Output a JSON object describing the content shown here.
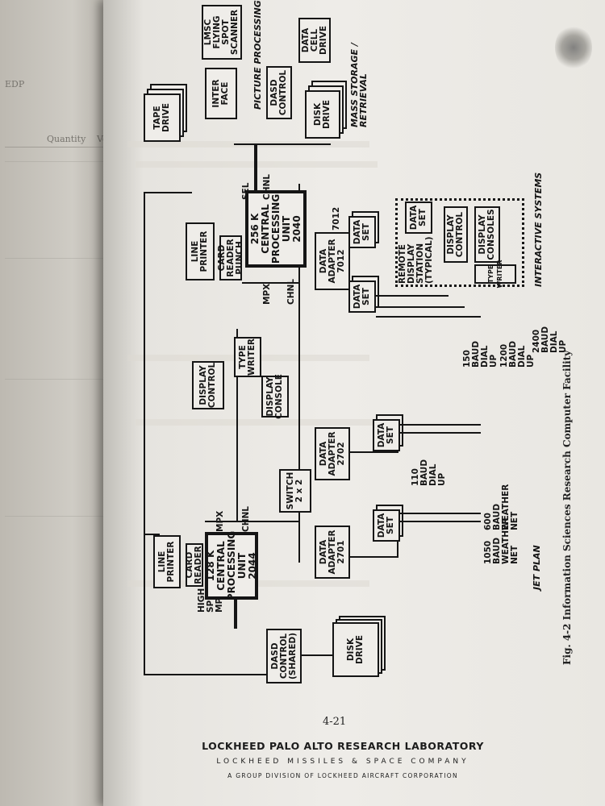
{
  "diagram": {
    "boxes": {
      "tape_drive": "TAPE\nDRIVE",
      "interface": "INTER\nFACE",
      "scanner": "LMSC\nFLYING\nSPOT\nSCANNER",
      "dasd_control": "DASD\nCONTROL",
      "data_cell_drive": "DATA\nCELL\nDRIVE",
      "disk_drive_top": "DISK\nDRIVE",
      "line_printer_top": "LINE\nPRINTER",
      "card_reader_punch": "CARD\nREADER PUNCH",
      "cpu_256k": "256 K\nCENTRAL\nPROCESSING\nUNIT\n2040",
      "data_adapter_7012": "DATA\nADAPTER\n7012",
      "data_set_1": "DATA\nSET",
      "data_set_2": "DATA\nSET",
      "remote_data_set": "DATA\nSET",
      "remote_display_control": "DISPLAY\nCONTROL",
      "remote_display_consoles": "DISPLAY\nCONSOLES",
      "remote_type_writer": "TYPE\nWRITER",
      "display_control": "DISPLAY\nCONTROL",
      "type_writer": "TYPE\nWRITER",
      "display_console": "DISPLAY\nCONSOLE",
      "switch": "SWITCH\n2 x 2",
      "data_adapter_2702": "DATA\nADAPTER\n2702",
      "data_set_2702": "DATA\nSET",
      "data_adapter_2701": "DATA\nADAPTER\n2701",
      "data_set_2701": "DATA\nSET",
      "line_printer_bottom": "LINE\nPRINTER",
      "card_reader": "CARD\nREADER",
      "cpu_128k": "128 K\nCENTRAL\nPROCESSING\nUNIT\n2044",
      "dasd_control_shared": "DASD\nCONTROL\n(SHARED)",
      "disk_drive_bottom": "DISK\nDRIVE"
    },
    "labels": {
      "sel_chnl_sel": "SEL",
      "sel_chnl_chnl": "CHNL",
      "mpx_top": "MPX",
      "chnl_top": "CHNL",
      "mpx_bottom": "MPX",
      "chnl_bottom": "CHNL",
      "high_speed_mpx": "HIGH\nSPEED\nMPX",
      "picture_processing": "PICTURE PROCESSING",
      "mass_storage": "MASS STORAGE / RETRIEVAL",
      "remote_display_station": "REMOTE\nDISPLAY\nSTATION\n(TYPICAL)",
      "interactive_systems": "INTERACTIVE SYSTEMS",
      "jet_plan": "JET PLAN",
      "baud_150": "150\nBAUD\nDIAL\nUP",
      "baud_1200": "1200\nBAUD\nDIAL\nUP",
      "baud_2400": "2400\nBAUD\nDIAL\nUP",
      "baud_110": "110\nBAUD\nDIAL\nUP",
      "baud_1050": "1050\nBAUD\nWEATHER\nNET",
      "baud_600": "600\nBAUD\nWEATHER\nNET",
      "num_7012": "7012"
    }
  },
  "caption": "Fig. 4-2  Information Sciences Research Computer Facility",
  "page_number": "4-21",
  "footer": {
    "line1": "LOCKHEED PALO ALTO RESEARCH LABORATORY",
    "line2": "LOCKHEED MISSILES & SPACE COMPANY",
    "line3": "A GROUP DIVISION OF LOCKHEED AIRCRAFT CORPORATION"
  },
  "left_page": {
    "heading_fragment": "EDP",
    "col1_fragment": "Quantity",
    "col2_fragment": "Ven"
  }
}
